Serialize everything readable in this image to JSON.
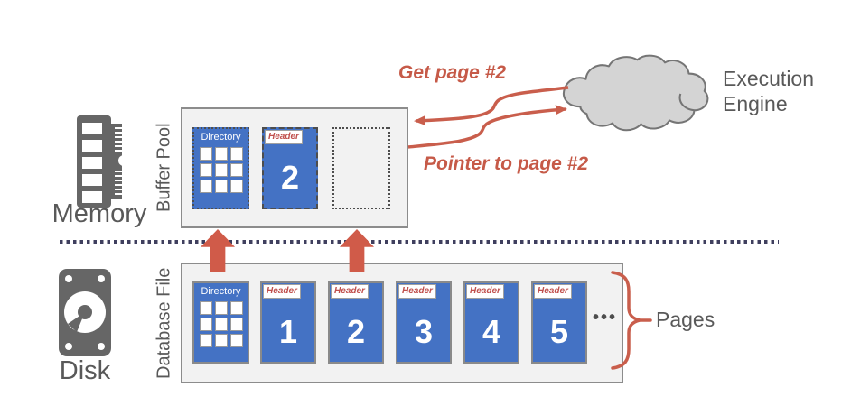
{
  "memory": {
    "label": "Memory"
  },
  "disk": {
    "label": "Disk"
  },
  "buffer_pool": {
    "label": "Buffer Pool",
    "directory": {
      "label": "Directory"
    },
    "page": {
      "header": "Header",
      "number": "2"
    }
  },
  "database_file": {
    "label": "Database File",
    "directory": {
      "label": "Directory"
    },
    "pages": [
      {
        "header": "Header",
        "number": "1"
      },
      {
        "header": "Header",
        "number": "2"
      },
      {
        "header": "Header",
        "number": "3"
      },
      {
        "header": "Header",
        "number": "4"
      },
      {
        "header": "Header",
        "number": "5"
      }
    ],
    "ellipsis": "•••"
  },
  "execution_engine": {
    "label_line1": "Execution",
    "label_line2": "Engine"
  },
  "annotations": {
    "get_page": "Get page #2",
    "pointer_to_page": "Pointer to page #2",
    "pages_brace_label": "Pages"
  },
  "colors": {
    "page_blue": "#4472c4",
    "accent_red": "#c65a48",
    "block_arrow_red": "#d05b49",
    "gray_text": "#595959",
    "icon_gray": "#666666",
    "box_fill": "#f2f2f2",
    "box_border": "#8c8c8c",
    "cloud_fill": "#d4d4d4",
    "separator_navy": "#3f3f5e"
  }
}
